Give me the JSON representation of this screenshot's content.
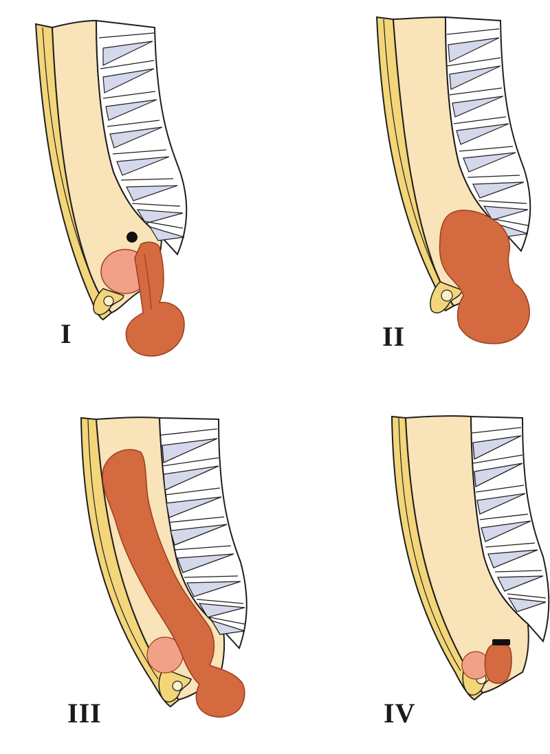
{
  "panels": [
    {
      "label": "I"
    },
    {
      "label": "II"
    },
    {
      "label": "III"
    },
    {
      "label": "IV"
    }
  ],
  "colors": {
    "spine_body": "#f9e3b8",
    "skin_layer": "#f3d57a",
    "skin_edge": "#e8c64a",
    "vertebra_light": "#ffffff",
    "vertebra_shade": "#d4d8ea",
    "lesion": "#d46a3f",
    "lesion_edge": "#9a3d1e",
    "pink_mass": "#f0a188",
    "outline": "#1e1e1e",
    "plug": "#111111"
  }
}
